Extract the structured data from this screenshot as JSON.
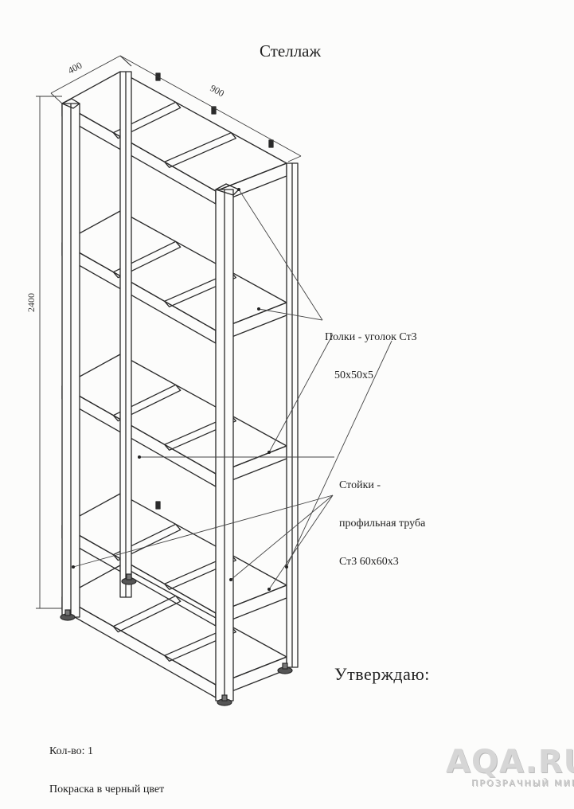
{
  "title": "Стеллаж",
  "dimensions": {
    "depth": "400",
    "length": "900",
    "height": "2400"
  },
  "callouts": {
    "shelves": {
      "line1": "Полки - уголок Ст3",
      "line2": "50x50x5"
    },
    "posts": {
      "line1": "Стойки -",
      "line2": "профильная труба",
      "line3": "Ст3 60x60x3"
    }
  },
  "approval": "Утверждаю:",
  "notes": {
    "quantity": "Кол-во: 1",
    "painting": "Покраска в черный цвет"
  },
  "watermark": {
    "logo": "AQA.RU",
    "tagline": "ПРОЗРАЧНЫЙ МИР"
  }
}
